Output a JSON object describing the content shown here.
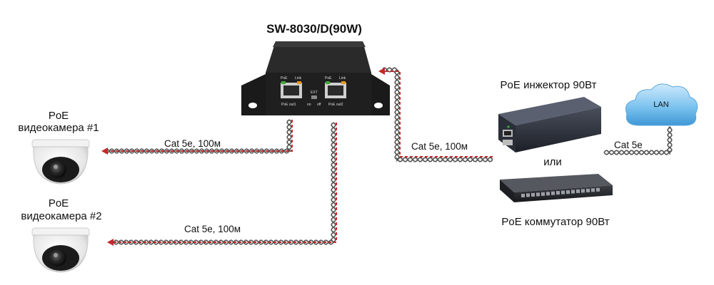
{
  "device": {
    "title": "SW-8030/D(90W)",
    "port_labels": {
      "poe": "PoE",
      "link": "Link",
      "out1": "PoE  out1",
      "out2": "PoE  out2",
      "ext": "EXT",
      "on": "on",
      "off": "off"
    }
  },
  "camera1": {
    "label_line1": "PoE",
    "label_line2": "видеокамера #1"
  },
  "camera2": {
    "label_line1": "PoE",
    "label_line2": "видеокамера #2"
  },
  "cables": {
    "cam1": "Cat 5e, 100м",
    "cam2": "Cat 5e, 100м",
    "uplink": "Cat 5e, 100м",
    "lan": "Cat 5e"
  },
  "injector": {
    "label": "PoE инжектор 90Вт"
  },
  "separator": "или",
  "switch": {
    "label": "PoE коммутатор 90Вт"
  },
  "cloud": {
    "label": "LAN"
  },
  "colors": {
    "power_line": "#c62828",
    "cable": "#555555",
    "device_body": "#1f1f1f",
    "port_green": "#3fa83a",
    "port_orange": "#e8961e",
    "cloud_fill": "#6fb9ea"
  }
}
